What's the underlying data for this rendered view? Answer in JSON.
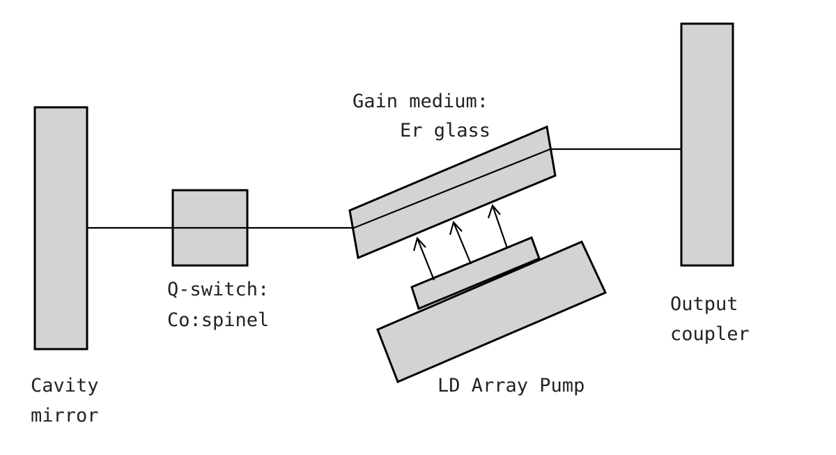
{
  "labels": {
    "cavity_mirror": [
      "Cavity",
      "mirror"
    ],
    "q_switch": [
      "Q-switch:",
      "Co:spinel"
    ],
    "gain_medium": [
      "Gain medium:",
      "Er glass"
    ],
    "output_coupler": [
      "Output",
      "coupler"
    ],
    "ld_array_pump": "LD Array Pump"
  },
  "colors": {
    "component_fill": "#d3d3d3",
    "outline": "#000000",
    "text": "#222222",
    "background": "#ffffff"
  }
}
